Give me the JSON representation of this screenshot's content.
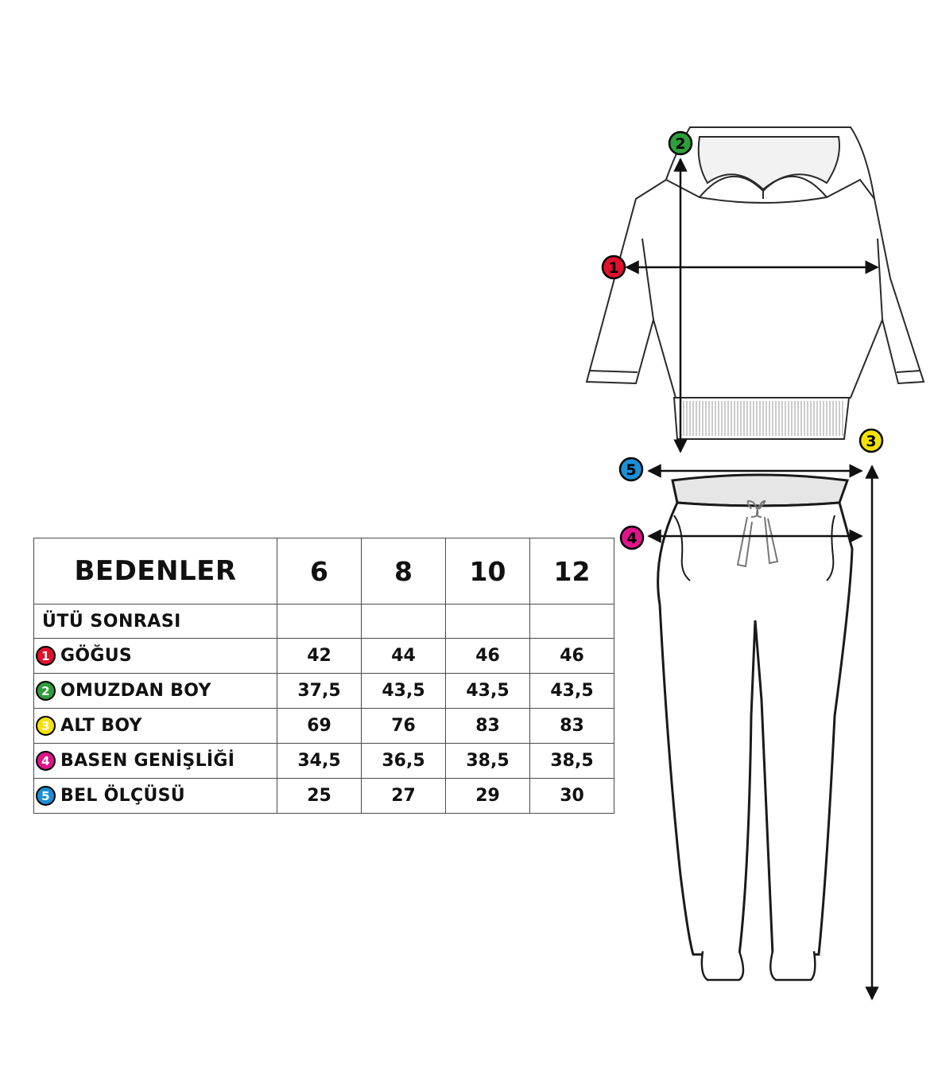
{
  "table": {
    "header_label": "BEDENLER",
    "sizes": [
      "6",
      "8",
      "10",
      "12"
    ],
    "sub_label": "ÜTÜ SONRASI",
    "rows": [
      {
        "num": "1",
        "color": "#e0112b",
        "label": "GÖĞUS",
        "values": [
          "42",
          "44",
          "46",
          "46"
        ]
      },
      {
        "num": "2",
        "color": "#2e9e3a",
        "label": "OMUZDAN BOY",
        "values": [
          "37,5",
          "43,5",
          "43,5",
          "43,5"
        ]
      },
      {
        "num": "3",
        "color": "#f5e200",
        "label": "ALT BOY",
        "values": [
          "69",
          "76",
          "83",
          "83"
        ]
      },
      {
        "num": "4",
        "color": "#e0138a",
        "label": "BASEN GENİŞLİĞİ",
        "values": [
          "34,5",
          "36,5",
          "38,5",
          "38,5"
        ]
      },
      {
        "num": "5",
        "color": "#1a8fd6",
        "label": "BEL ÖLÇÜSÜ",
        "values": [
          "25",
          "27",
          "29",
          "30"
        ]
      }
    ]
  },
  "markers": [
    {
      "num": "1",
      "color": "#e0112b"
    },
    {
      "num": "2",
      "color": "#2e9e3a"
    },
    {
      "num": "3",
      "color": "#f5e200"
    },
    {
      "num": "4",
      "color": "#e0138a"
    },
    {
      "num": "5",
      "color": "#1a8fd6"
    }
  ]
}
